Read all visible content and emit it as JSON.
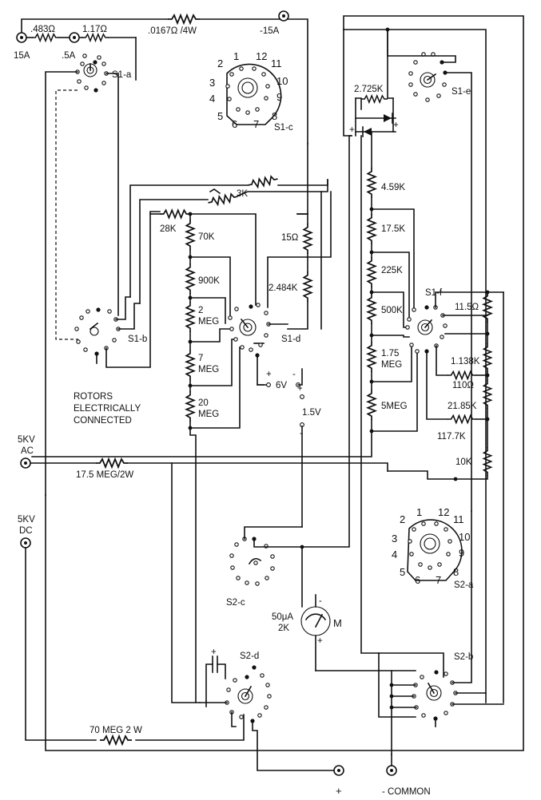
{
  "terminals": {
    "a15": "15A",
    "a5": ".5A",
    "neg15a": "-15A",
    "kv5_ac": [
      "5KV",
      "AC"
    ],
    "kv5_dc": [
      "5KV",
      "DC"
    ],
    "plus": "+",
    "common": "- COMMON"
  },
  "resistors": {
    "r483": ".483Ω",
    "r117": "1.17Ω",
    "r0167": ".0167Ω /4W",
    "r3k": "3K",
    "r28k": "28K",
    "r70k": "70K",
    "r900k": "900K",
    "r2meg": [
      "2",
      "MEG"
    ],
    "r7meg": [
      "7",
      "MEG"
    ],
    "r20meg": [
      "20",
      "MEG"
    ],
    "r15ohm": "15Ω",
    "r2484k": "2.484K",
    "r2725k": "2.725K",
    "r459k": "4.59K",
    "r175k": "17.5K",
    "r225k": "225K",
    "r500k": "500K",
    "r175meg": [
      "1.75",
      "MEG"
    ],
    "r5meg": "5MEG",
    "r115ohm": "11.5Ω",
    "r1138k": "1.138K",
    "r110ohm": "110Ω",
    "r2185k": "21.85K",
    "r1177k": "117.7K",
    "r10k": "10K",
    "r175meg2w": "17.5 MEG/2W",
    "r70meg": "70 MEG   2 W"
  },
  "switches": {
    "s1a": "S1-a",
    "s1b": "S1-b",
    "s1c": "S1-c",
    "s1d": "S1-d",
    "s1e": "S1-e",
    "s1f": "S1-f",
    "s2a": "S2-a",
    "s2b": "S2-b",
    "s2c": "S2-c",
    "s2d": "S2-d"
  },
  "wafer_numbers": [
    "1",
    "12",
    "11",
    "10",
    "9",
    "8",
    "7",
    "6",
    "5",
    "4",
    "3",
    "2"
  ],
  "batteries": {
    "b6v": "6V",
    "b15v": "1.5V",
    "plus": "+",
    "minus": "-"
  },
  "meter": {
    "rating": [
      "50μA",
      "2K"
    ],
    "symbol": "M",
    "plus": "+",
    "minus": "-"
  },
  "notes": {
    "rotors": [
      "ROTORS",
      "ELECTRICALLY",
      "CONNECTED"
    ]
  }
}
